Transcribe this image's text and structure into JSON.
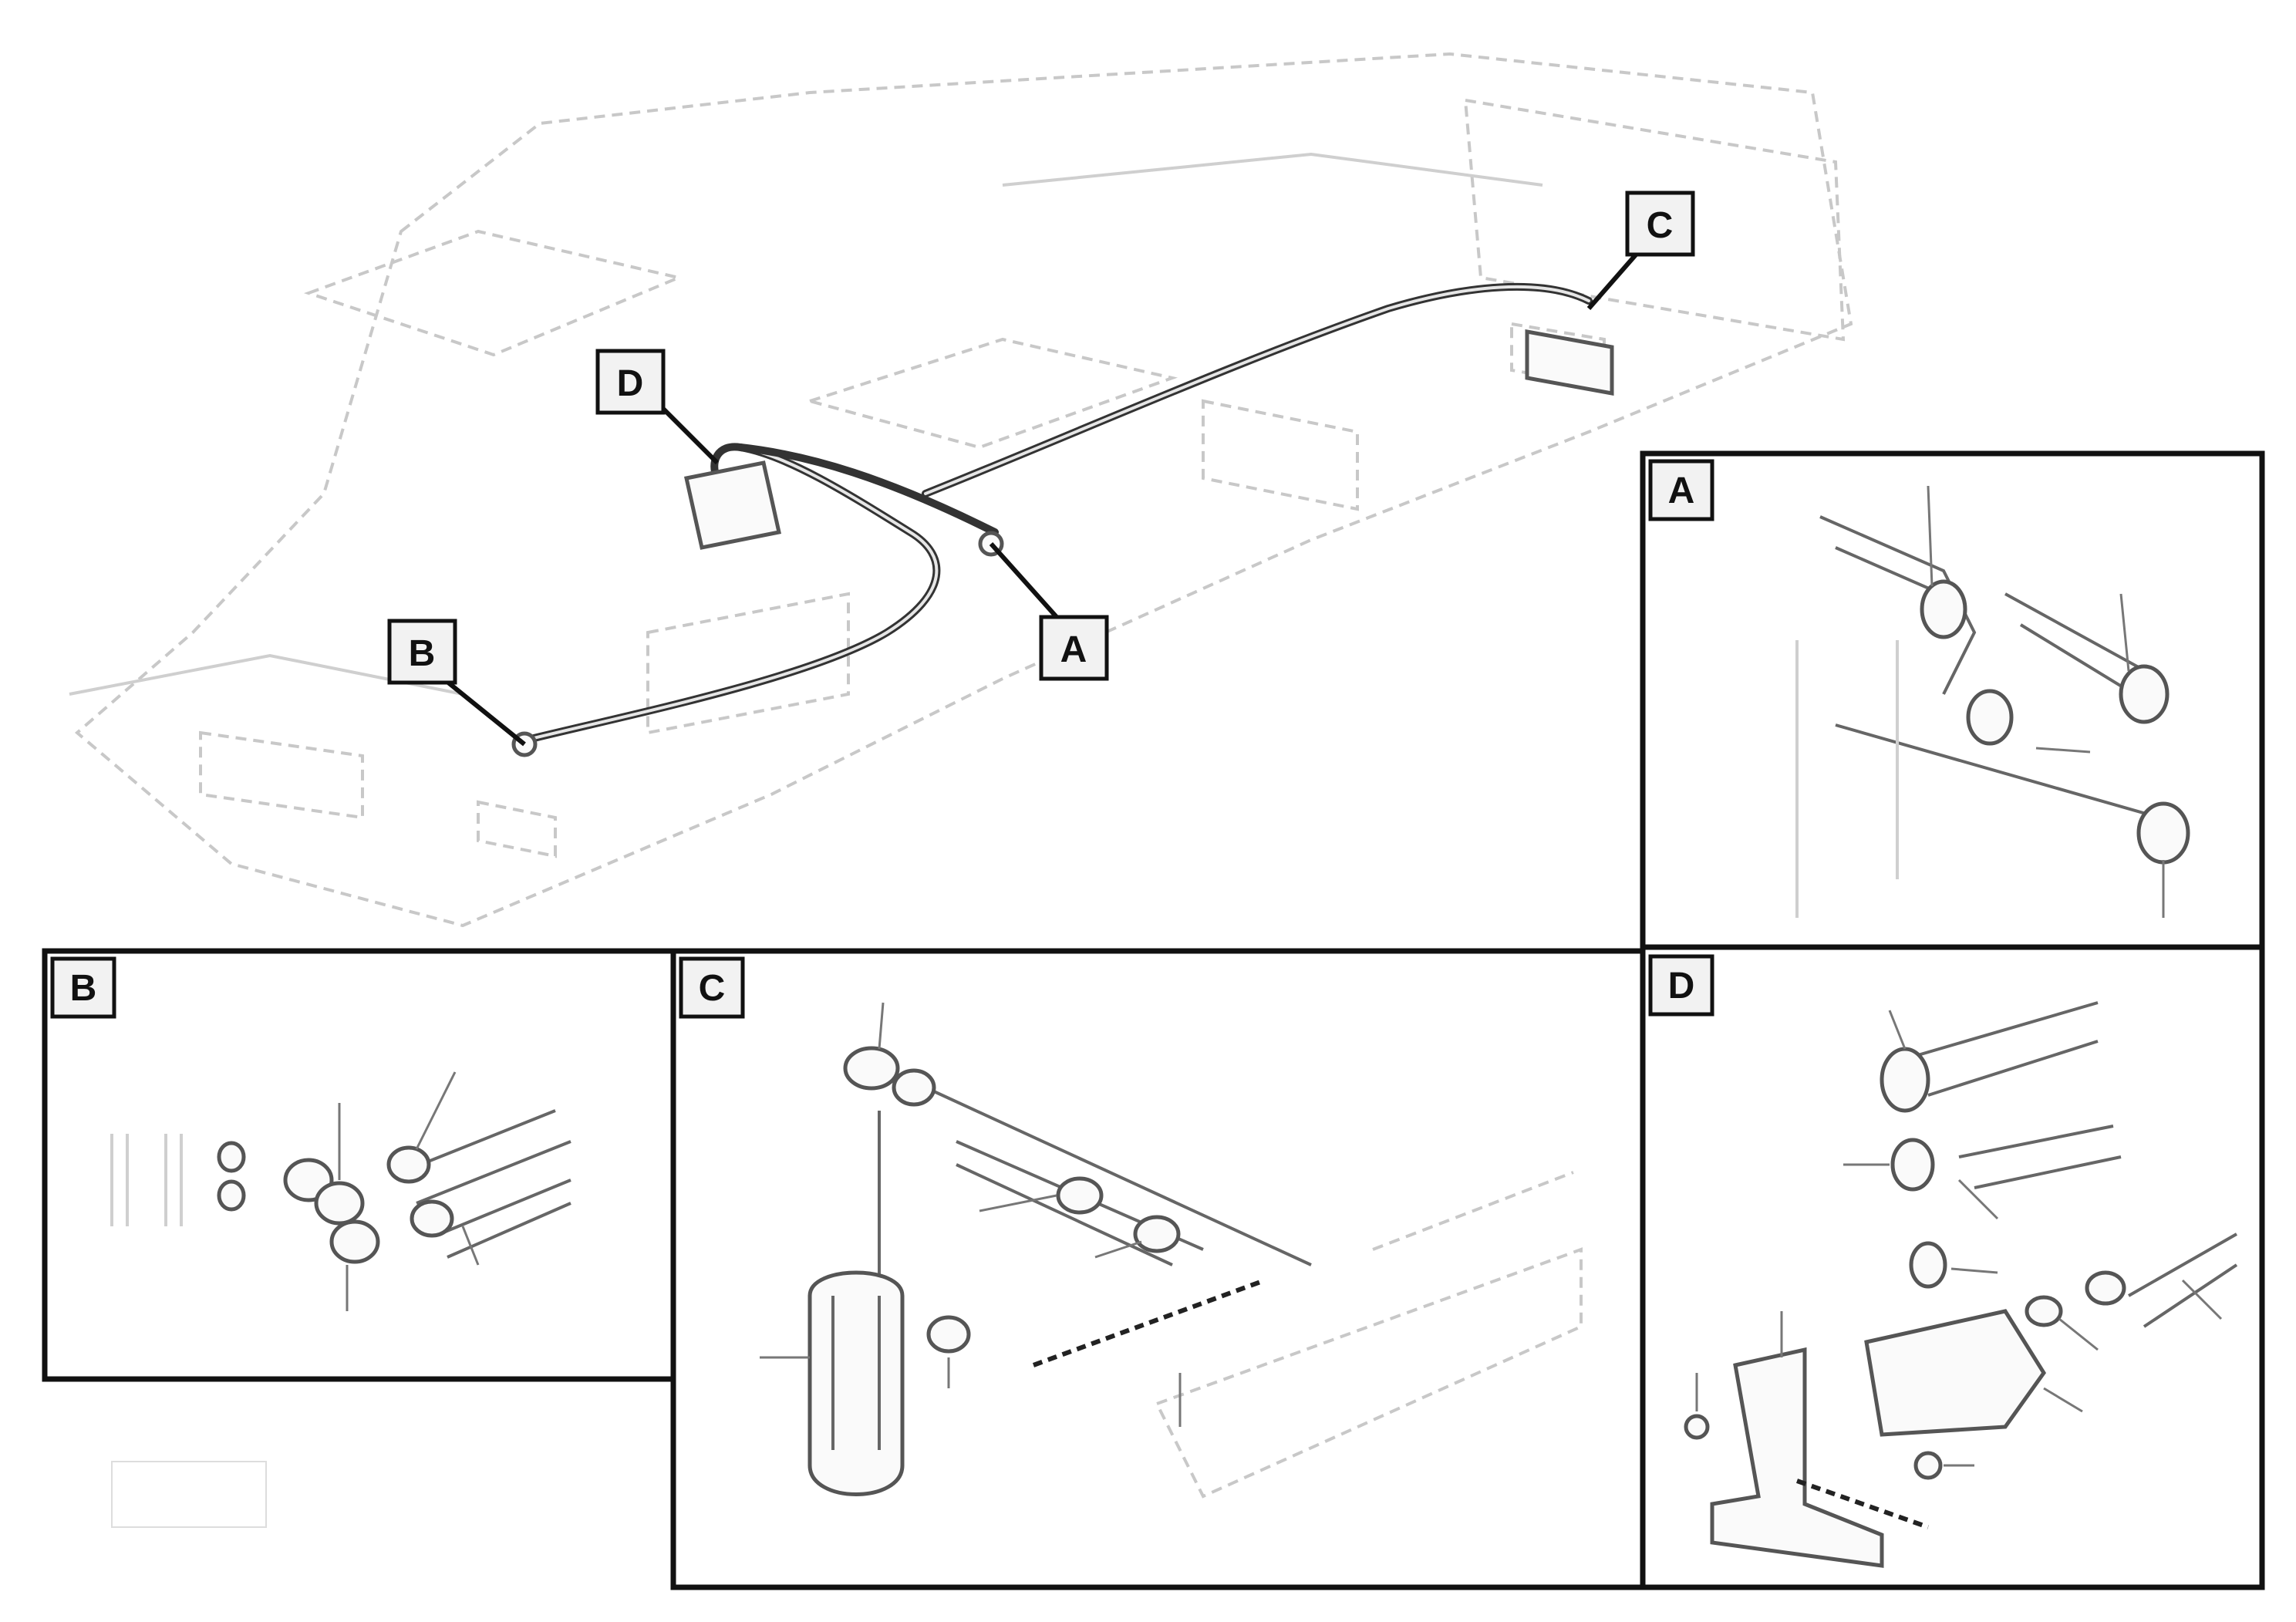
{
  "callouts": {
    "main_a": "A",
    "main_b": "B",
    "main_c": "C",
    "main_d": "D"
  },
  "panels": {
    "a": {
      "label": "A"
    },
    "b": {
      "label": "B"
    },
    "c": {
      "label": "C"
    },
    "d": {
      "label": "D"
    }
  },
  "reference": {
    "line1": "",
    "line2": "",
    "line3": ""
  }
}
